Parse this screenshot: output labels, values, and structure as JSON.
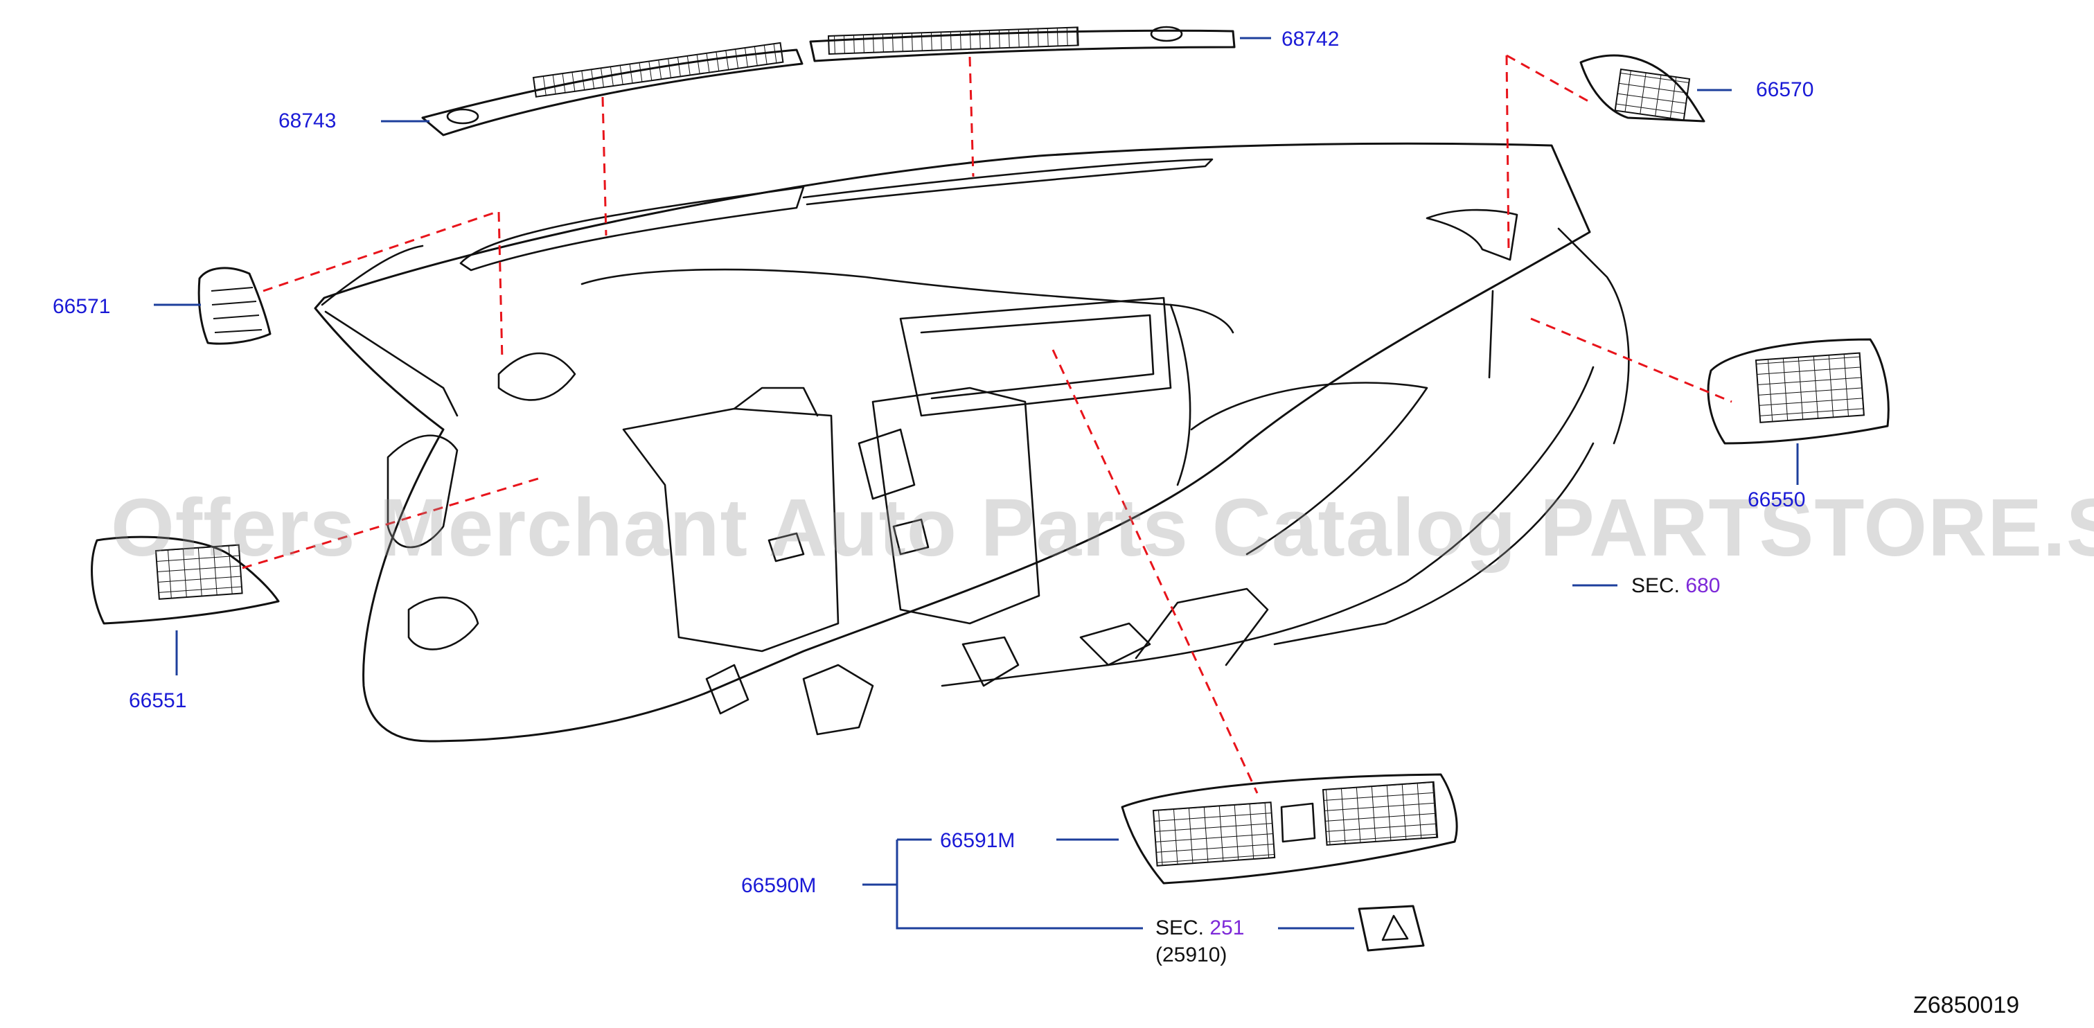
{
  "part_numbers": {
    "p68743": "68743",
    "p68742": "68742",
    "p66570": "66570",
    "p66571": "66571",
    "p66550": "66550",
    "p66551": "66551",
    "p66591m": "66591M",
    "p66590m": "66590M"
  },
  "section_refs": {
    "sec680_prefix": "SEC.",
    "sec680_number": "680",
    "sec251_prefix": "SEC.",
    "sec251_number": "251",
    "sec251_sub": "(25910)"
  },
  "diagram_code": "Z6850019",
  "watermark": "Offers Merchant Auto Parts Catalog PARTSTORE.SA",
  "colors": {
    "part_number": "#1a1ad6",
    "section_number": "#7d28d8",
    "leader_line": "#1d3f9c",
    "dashed_reference": "#e8141b",
    "outline": "#111111"
  }
}
